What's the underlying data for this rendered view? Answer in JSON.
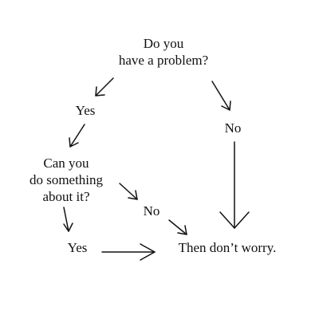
{
  "question_1": {
    "line_1": "Do you",
    "line_2": "have a problem?"
  },
  "answer_yes_1": "Yes",
  "answer_no_1": "No",
  "question_2": {
    "line_1": "Can you",
    "line_2": "do something",
    "line_3": "about it?"
  },
  "answer_no_2": "No",
  "answer_yes_2": "Yes",
  "result": "Then don’t worry."
}
